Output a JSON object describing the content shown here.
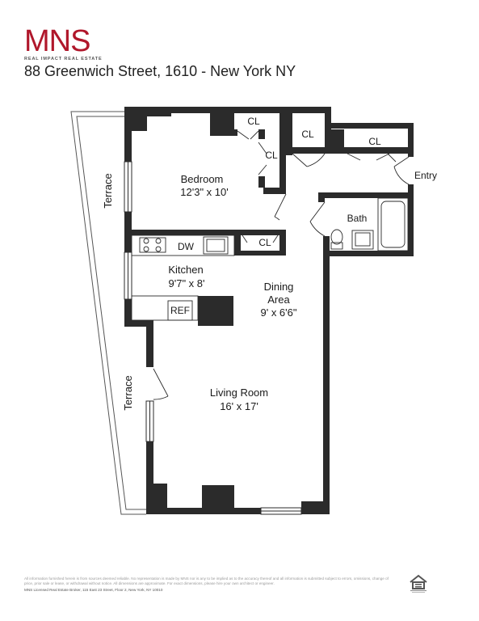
{
  "header": {
    "logo_text": "MNS",
    "logo_tagline": "REAL IMPACT REAL ESTATE",
    "address": "88 Greenwich Street, 1610 - New York NY"
  },
  "rooms": {
    "bedroom_name": "Bedroom",
    "bedroom_dims": "12'3\" x 10'",
    "kitchen_name": "Kitchen",
    "kitchen_dims": "9'7\" x 8'",
    "dining_name_1": "Dining",
    "dining_name_2": "Area",
    "dining_dims": "9' x 6'6\"",
    "living_name": "Living Room",
    "living_dims": "16' x 17'",
    "bath_name": "Bath",
    "entry_name": "Entry",
    "terrace_upper": "Terrace",
    "terrace_lower": "Terrace",
    "closet": "CL",
    "dishwasher": "DW",
    "refrigerator": "REF"
  },
  "footer": {
    "disclaimer": "All information furnished herein is from sources deemed reliable. No representation is made by MNS nor is any to be implied as to the accuracy thereof and all information is submitted subject to errors, omissions, change of price, prior sale or lease, or withdrawal without notice. All dimensions are approximate. For exact dimensions, please hire your own architect or engineer.",
    "broker": "MNS Licensed Real Estate Broker, 115 East 23 Street, Floor 2, New York, NY 10010",
    "eho_icon": "equal-housing-opportunity-icon"
  },
  "colors": {
    "brand": "#b0172b",
    "wall": "#2b2b2b"
  }
}
